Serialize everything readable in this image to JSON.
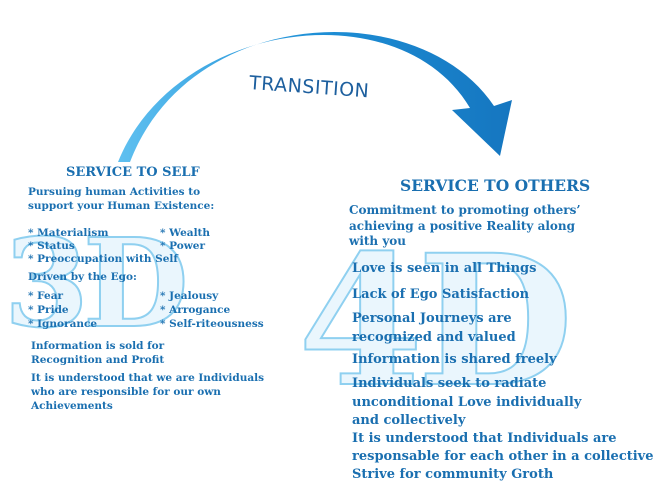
{
  "transition": "TRANSITION",
  "left": {
    "big_label": "3D",
    "title": "SERVICE TO SELF",
    "intro": [
      "Pursuing human Activities to",
      "support your Human Existence:"
    ],
    "list1_col1": [
      "* Materialism",
      "* Status",
      "* Preoccupation with Self"
    ],
    "list1_col2": [
      "* Wealth",
      "* Power"
    ],
    "ego_heading": "Driven by the Ego:",
    "list2_col1": [
      "* Fear",
      "* Pride",
      "* Ignorance"
    ],
    "list2_col2": [
      "* Jealousy",
      "* Arrogance",
      "* Self-riteousness"
    ],
    "info": [
      "Information is sold for",
      "Recognition and Profit"
    ],
    "understood": [
      "It is understood that we are Individuals",
      "who are responsible for our own",
      "Achievements"
    ]
  },
  "right": {
    "big_label": "4D",
    "title": "SERVICE TO OTHERS",
    "commitment": [
      "Commitment to promoting others’",
      "achieving a positive Reality along",
      "with you"
    ],
    "items": [
      "Love is seen in all Things",
      "Lack of Ego Satisfaction",
      "Personal Journeys are",
      "recognized and valued",
      "Information is shared freely",
      "Individuals seek to radiate",
      "unconditional Love individually",
      "and collectively",
      "It is understood that Individuals are",
      "responsable for each other in a collective",
      "Strive for community Groth"
    ]
  },
  "colors": {
    "text": "#1a6fb0",
    "arrow": "#1e8fd6",
    "big_outline": "#8fd0f0"
  }
}
